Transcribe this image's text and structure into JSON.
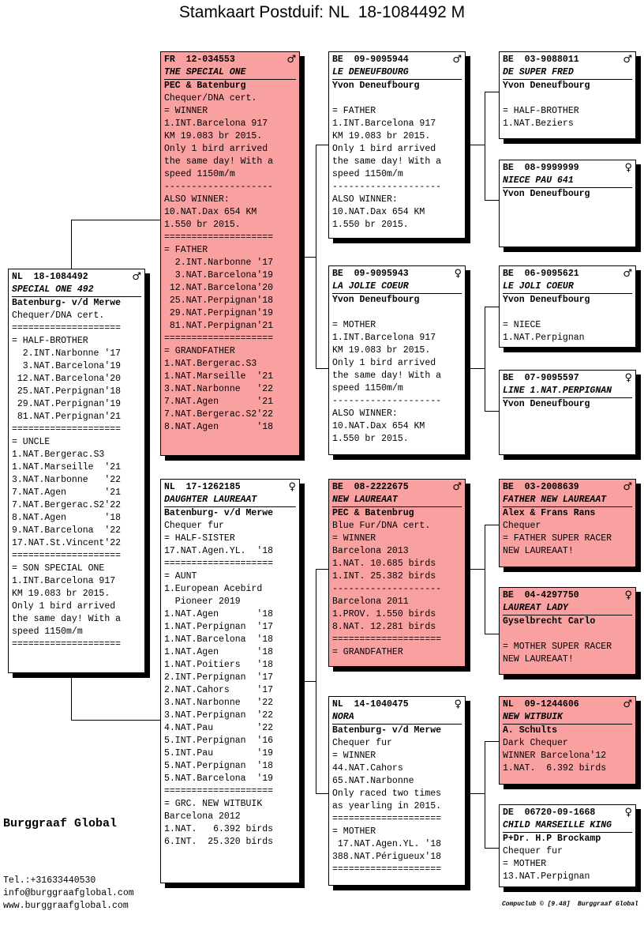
{
  "title": "Stamkaart Postduif: NL  18-1084492 M",
  "cards": {
    "subject": {
      "ring": "NL  18-1084492",
      "sex": "♂",
      "name": "SPECIAL ONE 492",
      "breeder": "Batenburg- v/d Merwe",
      "lines": [
        "Chequer/DNA cert.",
        "====================",
        "= HALF-BROTHER",
        "  2.INT.Narbonne '17",
        "  3.NAT.Barcelona'19",
        " 12.NAT.Barcelona'20",
        " 25.NAT.Perpignan'18",
        " 29.NAT.Perpignan'19",
        " 81.NAT.Perpignan'21",
        "====================",
        "= UNCLE",
        "1.NAT.Bergerac.S3",
        "1.NAT.Marseille  '21",
        "3.NAT.Narbonne   '22",
        "7.NAT.Agen       '21",
        "7.NAT.Bergerac.S2'22",
        "8.NAT.Agen       '18",
        "9.NAT.Barcelona  '22",
        "17.NAT.St.Vincent'22",
        "====================",
        "= SON SPECIAL ONE",
        "1.INT.Barcelona 917",
        "KM 19.083 br 2015.",
        "Only 1 bird arrived",
        "the same day! With a",
        "speed 1150m/m",
        "===================="
      ]
    },
    "father": {
      "ring": "FR  12-034553",
      "sex": "♂",
      "name": "THE SPECIAL ONE",
      "breeder": "PEC & Batenburg",
      "lines": [
        "Chequer/DNA cert.",
        "= WINNER",
        "1.INT.Barcelona 917",
        "KM 19.083 br 2015.",
        "Only 1 bird arrived",
        "the same day! With a",
        "speed 1150m/m",
        "--------------------",
        "ALSO WINNER:",
        "10.NAT.Dax 654 KM",
        "1.550 br 2015.",
        "====================",
        "= FATHER",
        "  2.INT.Narbonne '17",
        "  3.NAT.Barcelona'19",
        " 12.NAT.Barcelona'20",
        " 25.NAT.Perpignan'18",
        " 29.NAT.Perpignan'19",
        " 81.NAT.Perpignan'21",
        "====================",
        "= GRANDFATHER",
        "1.NAT.Bergerac.S3",
        "1.NAT.Marseille  '21",
        "3.NAT.Narbonne   '22",
        "7.NAT.Agen       '21",
        "7.NAT.Bergerac.S2'22",
        "8.NAT.Agen       '18"
      ]
    },
    "mother": {
      "ring": "NL  17-1262185",
      "sex": "♀",
      "name": "DAUGHTER LAUREAAT",
      "breeder": "Batenburg- v/d Merwe",
      "lines": [
        "Chequer fur",
        "= HALF-SISTER",
        "17.NAT.Agen.YL.  '18",
        "====================",
        "= AUNT",
        "1.European Acebird",
        "  Pioneer 2019",
        "1.NAT.Agen       '18",
        "1.NAT.Perpignan  '17",
        "1.NAT.Barcelona  '18",
        "1.NAT.Agen       '18",
        "1.NAT.Poitiers   '18",
        "2.INT.Perpignan  '17",
        "2.NAT.Cahors     '17",
        "3.NAT.Narbonne   '22",
        "3.NAT.Perpignan  '22",
        "4.NAT.Pau        '22",
        "5.INT.Perpignan  '16",
        "5.INT.Pau        '19",
        "5.NAT.Perpignan  '18",
        "5.NAT.Barcelona  '19",
        "====================",
        "= GRC. NEW WITBUIK",
        "Barcelona 2012",
        "1.NAT.   6.392 birds",
        "6.INT.  25.320 birds"
      ]
    },
    "ff": {
      "ring": "BE  09-9095944",
      "sex": "♂",
      "name": "LE DENEUFBOURG",
      "breeder": "Yvon Deneufbourg",
      "lines": [
        "",
        "= FATHER",
        "1.INT.Barcelona 917",
        "KM 19.083 br 2015.",
        "Only 1 bird arrived",
        "the same day! With a",
        "speed 1150m/m",
        "--------------------",
        "ALSO WINNER:",
        "10.NAT.Dax 654 KM",
        "1.550 br 2015."
      ]
    },
    "fm": {
      "ring": "BE  09-9095943",
      "sex": "♀",
      "name": "LA JOLIE COEUR",
      "breeder": "Yvon Deneufbourg",
      "lines": [
        "",
        "= MOTHER",
        "1.INT.Barcelona 917",
        "KM 19.083 br 2015.",
        "Only 1 bird arrived",
        "the same day! With a",
        "speed 1150m/m",
        "--------------------",
        "ALSO WINNER:",
        "10.NAT.Dax 654 KM",
        "1.550 br 2015."
      ]
    },
    "mf": {
      "ring": "BE  08-2222675",
      "sex": "♂",
      "name": "NEW LAUREAAT",
      "breeder": "PEC & Batenbrug",
      "lines": [
        "Blue Fur/DNA cert.",
        "= WINNER",
        "Barcelona 2013",
        "1.NAT. 10.685 birds",
        "1.INT. 25.382 birds",
        "--------------------",
        "Barcelona 2011",
        "1.PROV. 1.550 birds",
        "8.NAT. 12.281 birds",
        "====================",
        "= GRANDFATHER"
      ]
    },
    "mm": {
      "ring": "NL  14-1040475",
      "sex": "♀",
      "name": "NORA",
      "breeder": "Batenburg- v/d Merwe",
      "lines": [
        "Chequer fur",
        "= WINNER",
        "44.NAT.Cahors",
        "65.NAT.Narbonne",
        "Only raced two times",
        "as yearling in 2015.",
        "====================",
        "= MOTHER",
        " 17.NAT.Agen.YL. '18",
        "388.NAT.Périgueux'18",
        "===================="
      ]
    },
    "fff": {
      "ring": "BE  03-9088011",
      "sex": "♂",
      "name": "DE SUPER FRED",
      "breeder": "Yvon Deneufbourg",
      "lines": [
        "",
        "= HALF-BROTHER",
        "1.NAT.Beziers"
      ]
    },
    "ffm": {
      "ring": "BE  08-9999999",
      "sex": "♀",
      "name": "NIECE PAU 641",
      "breeder": "Yvon Deneufbourg",
      "lines": []
    },
    "fmf": {
      "ring": "BE  06-9095621",
      "sex": "♂",
      "name": "LE JOLI COEUR",
      "breeder": "Yvon Deneufbourg",
      "lines": [
        "",
        "= NIECE",
        "1.NAT.Perpignan"
      ]
    },
    "fmm": {
      "ring": "BE  07-9095597",
      "sex": "♀",
      "name": "LINE 1.NAT.PERPIGNAN",
      "breeder": "Yvon Deneufbourg",
      "lines": []
    },
    "mff": {
      "ring": "BE  03-2008639",
      "sex": "♂",
      "name": "FATHER NEW LAUREAAT",
      "breeder": "Alex & Frans Rans",
      "lines": [
        "Chequer",
        "= FATHER SUPER RACER",
        "NEW LAUREAAT!"
      ]
    },
    "mfm": {
      "ring": "BE  04-4297750",
      "sex": "♀",
      "name": "LAUREAT LADY",
      "breeder": "Gyselbrecht Carlo",
      "lines": [
        "",
        "= MOTHER SUPER RACER",
        "NEW LAUREAAT!"
      ]
    },
    "mmf": {
      "ring": "NL  09-1244606",
      "sex": "♂",
      "name": "NEW WITBUIK",
      "breeder": "A. Schults",
      "lines": [
        "Dark Chequer",
        "WINNER Barcelona'12",
        "1.NAT.  6.392 birds"
      ]
    },
    "mmm": {
      "ring": "DE  06720-09-1668",
      "sex": "♀",
      "name": "CHILD MARSEILLE KING",
      "breeder": "P+Dr. H.P Brockamp",
      "lines": [
        "Chequer fur",
        "= MOTHER",
        "13.NAT.Perpignan"
      ]
    }
  },
  "footer": {
    "brand": "Burggraaf Global",
    "tel": "Tel.:+31633440530",
    "email": "info@burggraafglobal.com",
    "web": "www.burggraafglobal.com",
    "credit": "Compuclub © [9.48]  Burggraaf Global"
  }
}
